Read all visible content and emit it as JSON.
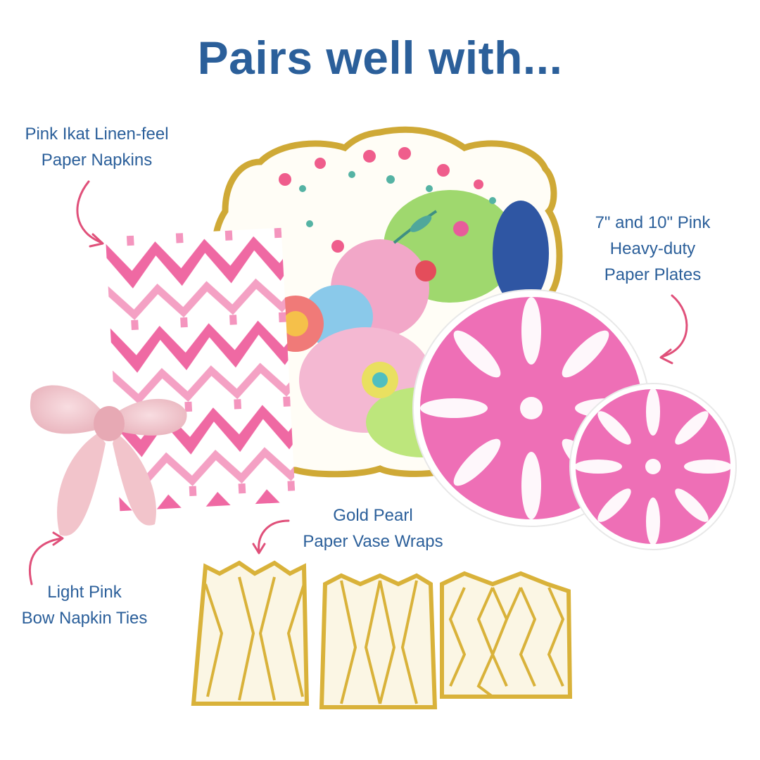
{
  "headline": "Pairs well with...",
  "products": {
    "napkins": {
      "line1": "Pink Ikat Linen-feel",
      "line2": "Paper Napkins"
    },
    "plates": {
      "line1": "7\" and 10\" Pink",
      "line2": "Heavy-duty",
      "line3": "Paper Plates"
    },
    "vase_wraps": {
      "line1": "Gold Pearl",
      "line2": "Paper Vase Wraps"
    },
    "napkin_ties": {
      "line1": "Light Pink",
      "line2": "Bow Napkin Ties"
    }
  },
  "colors": {
    "headline": "#2b5f9a",
    "arrow": "#e0507a",
    "pink": "#ec5fae",
    "gold": "#d9b23a",
    "cream": "#fbf6e4",
    "bow": "#f3c9cf"
  }
}
